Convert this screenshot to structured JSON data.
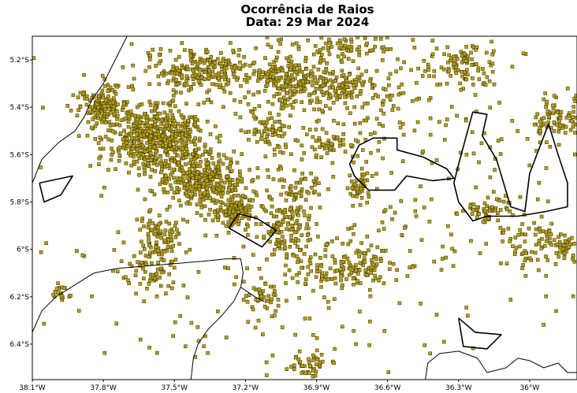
{
  "title": {
    "line1": "Ocorrência de Raios",
    "line2": "Data: 29 Mar 2024"
  },
  "map": {
    "lon_range": [
      -38.1,
      -35.8
    ],
    "lat_range": [
      -6.55,
      -5.1
    ],
    "x_ticks": [
      {
        "value": -38.1,
        "label": "38.1°W"
      },
      {
        "value": -37.8,
        "label": "37.8°W"
      },
      {
        "value": -37.5,
        "label": "37.5°W"
      },
      {
        "value": -37.2,
        "label": "37.2°W"
      },
      {
        "value": -36.9,
        "label": "36.9°W"
      },
      {
        "value": -36.6,
        "label": "36.6°W"
      },
      {
        "value": -36.3,
        "label": "36.3°W"
      },
      {
        "value": -36.0,
        "label": "36°W"
      }
    ],
    "y_ticks": [
      {
        "value": -5.2,
        "label": "5.2°S"
      },
      {
        "value": -5.4,
        "label": "5.4°S"
      },
      {
        "value": -5.6,
        "label": "5.6°S"
      },
      {
        "value": -5.8,
        "label": "5.8°S"
      },
      {
        "value": -6.0,
        "label": "6°S"
      },
      {
        "value": -6.2,
        "label": "6.2°S"
      },
      {
        "value": -6.4,
        "label": "6.4°S"
      }
    ],
    "colors": {
      "strike_fill": "#b8a21a",
      "strike_edge": "#4a4000",
      "boundary": "#000000",
      "background": "#ffffff"
    },
    "state_boundaries": [
      [
        [
          -38.1,
          -5.72
        ],
        [
          -38.06,
          -5.62
        ],
        [
          -37.99,
          -5.55
        ],
        [
          -37.92,
          -5.5
        ],
        [
          -37.88,
          -5.44
        ],
        [
          -37.85,
          -5.37
        ],
        [
          -37.8,
          -5.3
        ],
        [
          -37.76,
          -5.22
        ],
        [
          -37.72,
          -5.14
        ],
        [
          -37.7,
          -5.1
        ]
      ],
      [
        [
          -38.1,
          -6.35
        ],
        [
          -38.06,
          -6.26
        ],
        [
          -38.0,
          -6.2
        ],
        [
          -37.92,
          -6.15
        ],
        [
          -37.84,
          -6.1
        ],
        [
          -37.74,
          -6.08
        ],
        [
          -37.62,
          -6.07
        ],
        [
          -37.5,
          -6.06
        ],
        [
          -37.38,
          -6.05
        ],
        [
          -37.28,
          -6.04
        ],
        [
          -37.22,
          -6.04
        ]
      ],
      [
        [
          -37.22,
          -6.04
        ],
        [
          -37.21,
          -6.1
        ],
        [
          -37.22,
          -6.16
        ],
        [
          -37.25,
          -6.22
        ],
        [
          -37.3,
          -6.28
        ],
        [
          -37.36,
          -6.34
        ],
        [
          -37.4,
          -6.4
        ],
        [
          -37.42,
          -6.46
        ],
        [
          -37.43,
          -6.55
        ]
      ],
      [
        [
          -37.22,
          -6.16
        ],
        [
          -37.16,
          -6.2
        ],
        [
          -37.12,
          -6.22
        ]
      ],
      [
        [
          -36.44,
          -6.55
        ],
        [
          -36.43,
          -6.48
        ],
        [
          -36.38,
          -6.44
        ],
        [
          -36.3,
          -6.43
        ],
        [
          -36.22,
          -6.46
        ],
        [
          -36.18,
          -6.52
        ],
        [
          -36.1,
          -6.5
        ],
        [
          -36.05,
          -6.46
        ],
        [
          -36.0,
          -6.47
        ],
        [
          -35.94,
          -6.5
        ],
        [
          -35.88,
          -6.48
        ],
        [
          -35.84,
          -6.52
        ],
        [
          -35.8,
          -6.52
        ]
      ]
    ],
    "municipal_outlines": [
      [
        [
          -38.07,
          -5.72
        ],
        [
          -37.93,
          -5.69
        ],
        [
          -37.98,
          -5.77
        ],
        [
          -38.05,
          -5.8
        ],
        [
          -38.07,
          -5.72
        ]
      ],
      [
        [
          -37.27,
          -5.91
        ],
        [
          -37.2,
          -5.95
        ],
        [
          -37.13,
          -5.99
        ],
        [
          -37.07,
          -5.92
        ],
        [
          -37.15,
          -5.87
        ],
        [
          -37.23,
          -5.85
        ],
        [
          -37.27,
          -5.91
        ]
      ],
      [
        [
          -36.76,
          -5.64
        ],
        [
          -36.72,
          -5.56
        ],
        [
          -36.66,
          -5.53
        ],
        [
          -36.56,
          -5.53
        ],
        [
          -36.56,
          -5.58
        ],
        [
          -36.45,
          -5.61
        ],
        [
          -36.35,
          -5.66
        ],
        [
          -36.32,
          -5.7
        ],
        [
          -36.41,
          -5.71
        ],
        [
          -36.52,
          -5.69
        ],
        [
          -36.57,
          -5.75
        ],
        [
          -36.68,
          -5.75
        ],
        [
          -36.74,
          -5.69
        ],
        [
          -36.76,
          -5.64
        ]
      ],
      [
        [
          -36.3,
          -5.64
        ],
        [
          -36.24,
          -5.42
        ],
        [
          -36.18,
          -5.43
        ],
        [
          -36.2,
          -5.52
        ],
        [
          -36.14,
          -5.62
        ],
        [
          -36.08,
          -5.82
        ],
        [
          -36.02,
          -5.84
        ],
        [
          -36.0,
          -5.68
        ],
        [
          -35.92,
          -5.47
        ],
        [
          -35.88,
          -5.6
        ],
        [
          -35.84,
          -5.72
        ],
        [
          -35.84,
          -5.82
        ],
        [
          -35.93,
          -5.84
        ],
        [
          -36.05,
          -5.86
        ],
        [
          -36.18,
          -5.86
        ],
        [
          -36.24,
          -5.88
        ],
        [
          -36.3,
          -5.8
        ],
        [
          -36.32,
          -5.72
        ],
        [
          -36.3,
          -5.64
        ]
      ],
      [
        [
          -36.3,
          -6.29
        ],
        [
          -36.23,
          -6.35
        ],
        [
          -36.12,
          -6.36
        ],
        [
          -36.18,
          -6.42
        ],
        [
          -36.28,
          -6.41
        ],
        [
          -36.3,
          -6.29
        ]
      ]
    ],
    "strike_clusters": [
      {
        "lon": -37.58,
        "lat": -5.53,
        "slon": 0.1,
        "slat": 0.07,
        "n": 520
      },
      {
        "lon": -37.38,
        "lat": -5.7,
        "slon": 0.09,
        "slat": 0.06,
        "n": 330
      },
      {
        "lon": -37.8,
        "lat": -5.4,
        "slon": 0.05,
        "slat": 0.04,
        "n": 160
      },
      {
        "lon": -37.25,
        "lat": -5.84,
        "slon": 0.05,
        "slat": 0.05,
        "n": 130
      },
      {
        "lon": -37.38,
        "lat": -5.25,
        "slon": 0.12,
        "slat": 0.05,
        "n": 210
      },
      {
        "lon": -37.04,
        "lat": -5.28,
        "slon": 0.07,
        "slat": 0.06,
        "n": 140
      },
      {
        "lon": -36.82,
        "lat": -5.32,
        "slon": 0.12,
        "slat": 0.05,
        "n": 160
      },
      {
        "lon": -36.28,
        "lat": -5.22,
        "slon": 0.08,
        "slat": 0.05,
        "n": 90
      },
      {
        "lon": -36.78,
        "lat": -5.14,
        "slon": 0.08,
        "slat": 0.03,
        "n": 60
      },
      {
        "lon": -35.88,
        "lat": -5.45,
        "slon": 0.05,
        "slat": 0.05,
        "n": 80
      },
      {
        "lon": -37.56,
        "lat": -5.97,
        "slon": 0.05,
        "slat": 0.07,
        "n": 110
      },
      {
        "lon": -37.02,
        "lat": -5.9,
        "slon": 0.05,
        "slat": 0.06,
        "n": 110
      },
      {
        "lon": -36.78,
        "lat": -6.08,
        "slon": 0.12,
        "slat": 0.05,
        "n": 150
      },
      {
        "lon": -36.72,
        "lat": -5.72,
        "slon": 0.03,
        "slat": 0.04,
        "n": 40
      },
      {
        "lon": -36.84,
        "lat": -5.56,
        "slon": 0.05,
        "slat": 0.03,
        "n": 40
      },
      {
        "lon": -37.1,
        "lat": -5.5,
        "slon": 0.05,
        "slat": 0.04,
        "n": 50
      },
      {
        "lon": -36.98,
        "lat": -5.75,
        "slon": 0.06,
        "slat": 0.05,
        "n": 50
      },
      {
        "lon": -36.18,
        "lat": -5.84,
        "slon": 0.06,
        "slat": 0.03,
        "n": 50
      },
      {
        "lon": -35.98,
        "lat": -5.98,
        "slon": 0.08,
        "slat": 0.05,
        "n": 70
      },
      {
        "lon": -35.86,
        "lat": -6.0,
        "slon": 0.03,
        "slat": 0.03,
        "n": 35
      },
      {
        "lon": -37.12,
        "lat": -6.2,
        "slon": 0.04,
        "slat": 0.04,
        "n": 40
      },
      {
        "lon": -36.93,
        "lat": -6.48,
        "slon": 0.04,
        "slat": 0.03,
        "n": 45
      },
      {
        "lon": -37.63,
        "lat": -6.12,
        "slon": 0.06,
        "slat": 0.04,
        "n": 35
      },
      {
        "lon": -37.98,
        "lat": -6.19,
        "slon": 0.02,
        "slat": 0.02,
        "n": 18
      },
      {
        "lon": -37.0,
        "lat": -5.2,
        "slon": 0.55,
        "slat": 0.22,
        "n": 260
      },
      {
        "lon": -36.6,
        "lat": -5.75,
        "slon": 0.45,
        "slat": 0.35,
        "n": 280
      },
      {
        "lon": -37.4,
        "lat": -6.25,
        "slon": 0.4,
        "slat": 0.18,
        "n": 80
      }
    ]
  }
}
